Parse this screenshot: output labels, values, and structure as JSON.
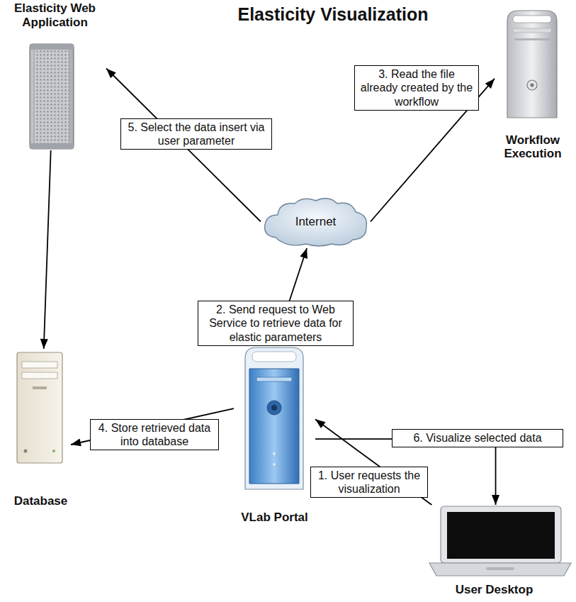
{
  "diagram": {
    "title": "Elasticity Visualization",
    "nodes": [
      {
        "text": [
          "Elasticity Web Application"
        ]
      },
      {
        "text": [
          "Workflow Execution"
        ]
      },
      {
        "text": [
          "Internet"
        ]
      },
      {
        "text": [
          "Database"
        ]
      },
      {
        "text": [
          "VLab Portal"
        ]
      },
      {
        "text": [
          "User Desktop"
        ]
      }
    ],
    "edges": [
      {
        "from": 0,
        "to": 3,
        "arrow": "to"
      },
      {
        "from": 2,
        "to": 0,
        "label": "5. Select the data insert via user parameter",
        "arrow": "to"
      },
      {
        "from": 2,
        "to": 1,
        "label": "3. Read the file already created by the workflow",
        "arrow": "to"
      },
      {
        "from": 4,
        "to": 2,
        "label": "2. Send request to Web Service to retrieve data for elastic parameters",
        "arrow": "to"
      },
      {
        "from": 4,
        "to": 3,
        "label": "4. Store retrieved data into database",
        "arrow": "to"
      },
      {
        "from": 5,
        "to": 4,
        "label": "1. User requests the visualization",
        "arrow": "to"
      },
      {
        "from": 4,
        "to": 5,
        "label": "6. Visualize selected data",
        "arrow": "to"
      }
    ]
  }
}
